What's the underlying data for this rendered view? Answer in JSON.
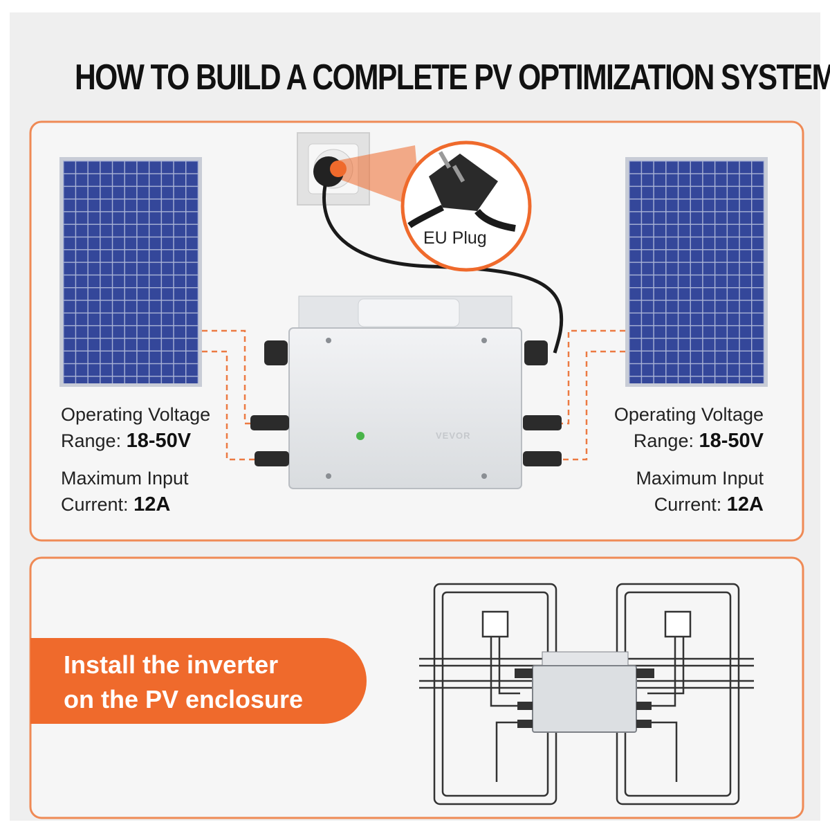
{
  "title": "HOW TO BUILD A COMPLETE PV OPTIMIZATION SYSTEM",
  "eu_plug_label": "EU Plug",
  "brand_mark": "VEVOR",
  "left_specs": {
    "voltage_label_line1": "Operating Voltage",
    "voltage_label_line2": "Range:",
    "voltage_value": "18-50V",
    "current_label_line1": "Maximum Input",
    "current_label_line2": "Current:",
    "current_value": "12A"
  },
  "right_specs": {
    "voltage_label_line1": "Operating Voltage",
    "voltage_label_line2": "Range:",
    "voltage_value": "18-50V",
    "current_label_line1": "Maximum Input",
    "current_label_line2": "Current:",
    "current_value": "12A"
  },
  "banner": {
    "line1": "Install the inverter",
    "line2": "on the PV enclosure"
  },
  "colors": {
    "accent_orange": "#ef6a2c",
    "panel_blue": "#2c3f86",
    "background_gray": "#f0f0f0"
  }
}
